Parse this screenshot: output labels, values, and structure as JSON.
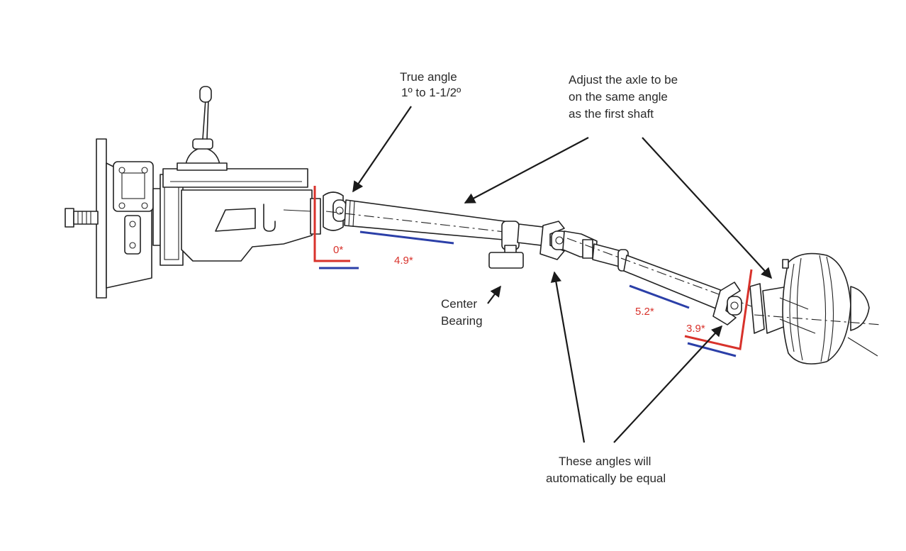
{
  "labels": {
    "true_angle_line1": "True angle",
    "true_angle_line2": "1º to 1-1/2º",
    "adjust_line1": "Adjust the axle to be",
    "adjust_line2": "on the same angle",
    "adjust_line3": "as the first shaft",
    "center_bearing_line1": "Center",
    "center_bearing_line2": "Bearing",
    "equal_line1": "These angles will",
    "equal_line2": "automatically be equal"
  },
  "measurements": {
    "trans_angle": "0*",
    "front_shaft_angle": "4.9*",
    "rear_shaft_angle": "5.2*",
    "pinion_angle": "3.9*"
  },
  "colors": {
    "measure_red": "#d8322b",
    "measure_blue": "#2b3fa8",
    "line": "#222222"
  }
}
